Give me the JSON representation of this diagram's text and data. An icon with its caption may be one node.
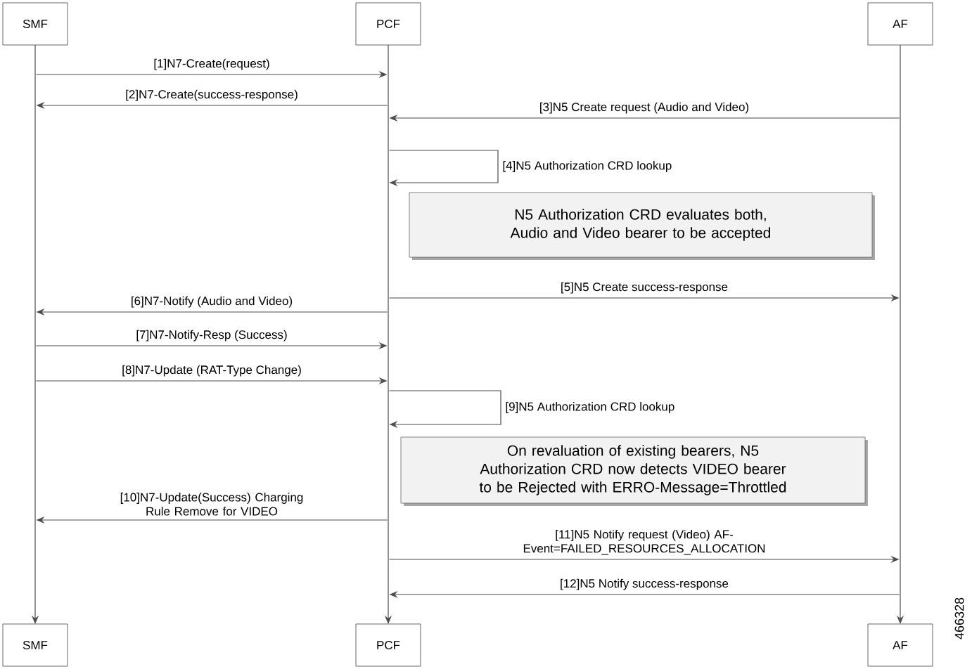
{
  "diagram": {
    "nodes": [
      {
        "text": [
          "SMF"
        ]
      },
      {
        "text": [
          "PCF"
        ]
      },
      {
        "text": [
          "AF"
        ]
      },
      {
        "text": [
          "SMF"
        ]
      },
      {
        "text": [
          "PCF"
        ]
      },
      {
        "text": [
          "AF"
        ]
      },
      {
        "text": [
          "N5 Authorization CRD evaluates both, Audio and Video bearer to be accepted"
        ]
      },
      {
        "text": [
          "On revaluation of existing bearers, N5 Authorization CRD now detects VIDEO bearer to be Rejected with ERRO-Message=Throttled"
        ]
      },
      {
        "text": [],
        "shape": "line"
      },
      {
        "text": [],
        "shape": "line"
      },
      {
        "text": [],
        "shape": "line"
      }
    ],
    "edges": [
      {
        "from": 8,
        "to": 9,
        "arrow": "to",
        "label": "[1]N7-Create(request)"
      },
      {
        "from": 9,
        "to": 8,
        "arrow": "to",
        "label": "[2]N7-Create(success-response)"
      },
      {
        "from": 10,
        "to": 9,
        "arrow": "to",
        "label": "[3]N5 Create request (Audio and Video)"
      },
      {
        "from": 9,
        "to": 9,
        "arrow": "to",
        "label": "[4]N5 Authorization CRD lookup"
      },
      {
        "from": 9,
        "to": 10,
        "arrow": "to",
        "label": "[5]N5 Create success-response"
      },
      {
        "from": 9,
        "to": 8,
        "arrow": "to",
        "label": "[6]N7-Notify (Audio and Video)"
      },
      {
        "from": 8,
        "to": 9,
        "arrow": "to",
        "label": "[7]N7-Notify-Resp (Success)"
      },
      {
        "from": 8,
        "to": 9,
        "arrow": "to",
        "label": "[8]N7-Update (RAT-Type Change)"
      },
      {
        "from": 9,
        "to": 9,
        "arrow": "to",
        "label": "[9]N5 Authorization CRD lookup"
      },
      {
        "from": 9,
        "to": 8,
        "arrow": "to",
        "label": "[10]N7-Update(Success) Charging Rule Remove for VIDEO"
      },
      {
        "from": 9,
        "to": 10,
        "arrow": "to",
        "label": "[11]N5 Notify request (Video) AF-Event=FAILED_RESOURCES_ALLOCATION"
      },
      {
        "from": 10,
        "to": 9,
        "arrow": "to",
        "label": "[12]N5 Notify success-response"
      }
    ],
    "labels": [
      "466328"
    ]
  }
}
